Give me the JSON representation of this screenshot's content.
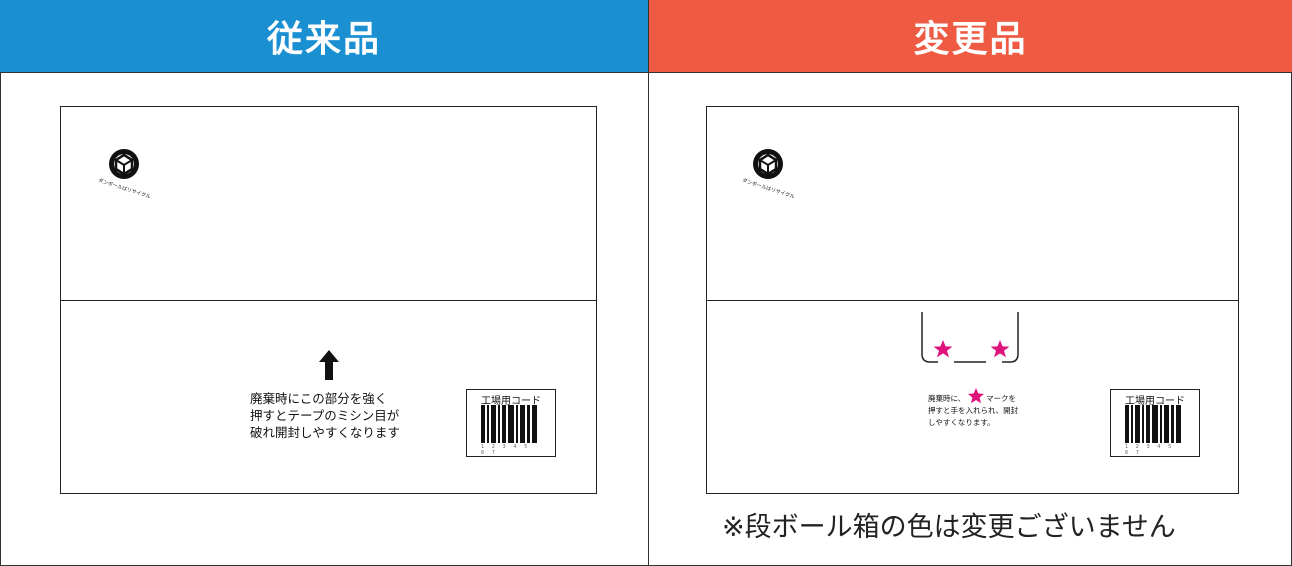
{
  "headers": {
    "left_title": "従来品",
    "right_title": "変更品"
  },
  "colors": {
    "left_header": "#1a8fd1",
    "right_header": "#ee5a42",
    "star": "#e0137d"
  },
  "recycle_mark": {
    "icon": "cardboard-recycle-mark",
    "caption": "ダンボールはリサイクル"
  },
  "old_box": {
    "instruction_lines": [
      "廃棄時にこの部分を強く",
      "押すとテープのミシン目が",
      "破れ開封しやすくなります"
    ]
  },
  "new_box": {
    "instruction_prefix": "廃棄時に、",
    "instruction_suffix": "マークを",
    "instruction_lines": [
      "押すと手を入れられ、開封",
      "しやすくなります。"
    ]
  },
  "barcode": {
    "label": "工場用コード",
    "digits": "1 2 3 4 5 6 7"
  },
  "note": "※段ボール箱の色は変更ございません"
}
